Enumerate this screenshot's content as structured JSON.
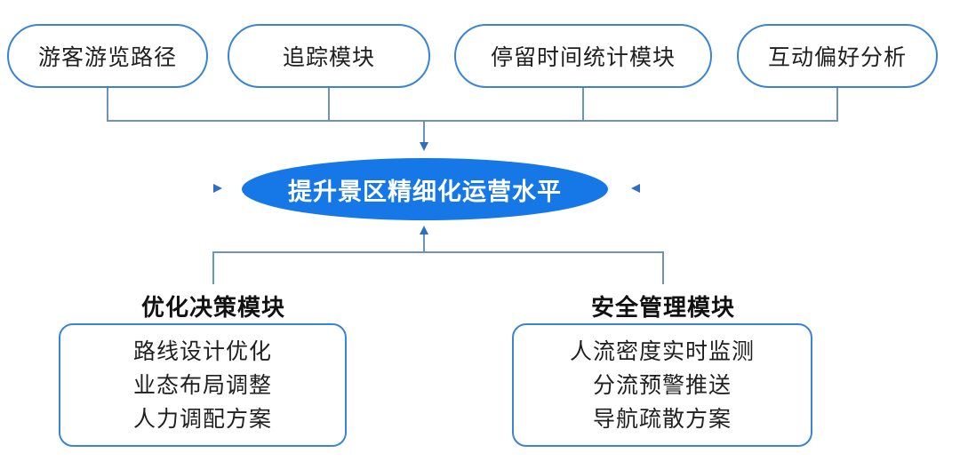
{
  "top_modules": [
    {
      "label": "游客游览路径"
    },
    {
      "label": "追踪模块"
    },
    {
      "label": "停留时间统计模块"
    },
    {
      "label": "互动偏好分析"
    }
  ],
  "center": {
    "label": "提升景区精细化运营水平"
  },
  "bottom_modules": [
    {
      "title": "优化决策模块",
      "items": [
        "路线设计优化",
        "业态布局调整",
        "人力调配方案"
      ]
    },
    {
      "title": "安全管理模块",
      "items": [
        "人流密度实时监测",
        "分流预警推送",
        "导航疏散方案"
      ]
    }
  ],
  "colors": {
    "accent": "#1677e6",
    "border": "#3a84d6",
    "connector": "#6f93b8"
  }
}
